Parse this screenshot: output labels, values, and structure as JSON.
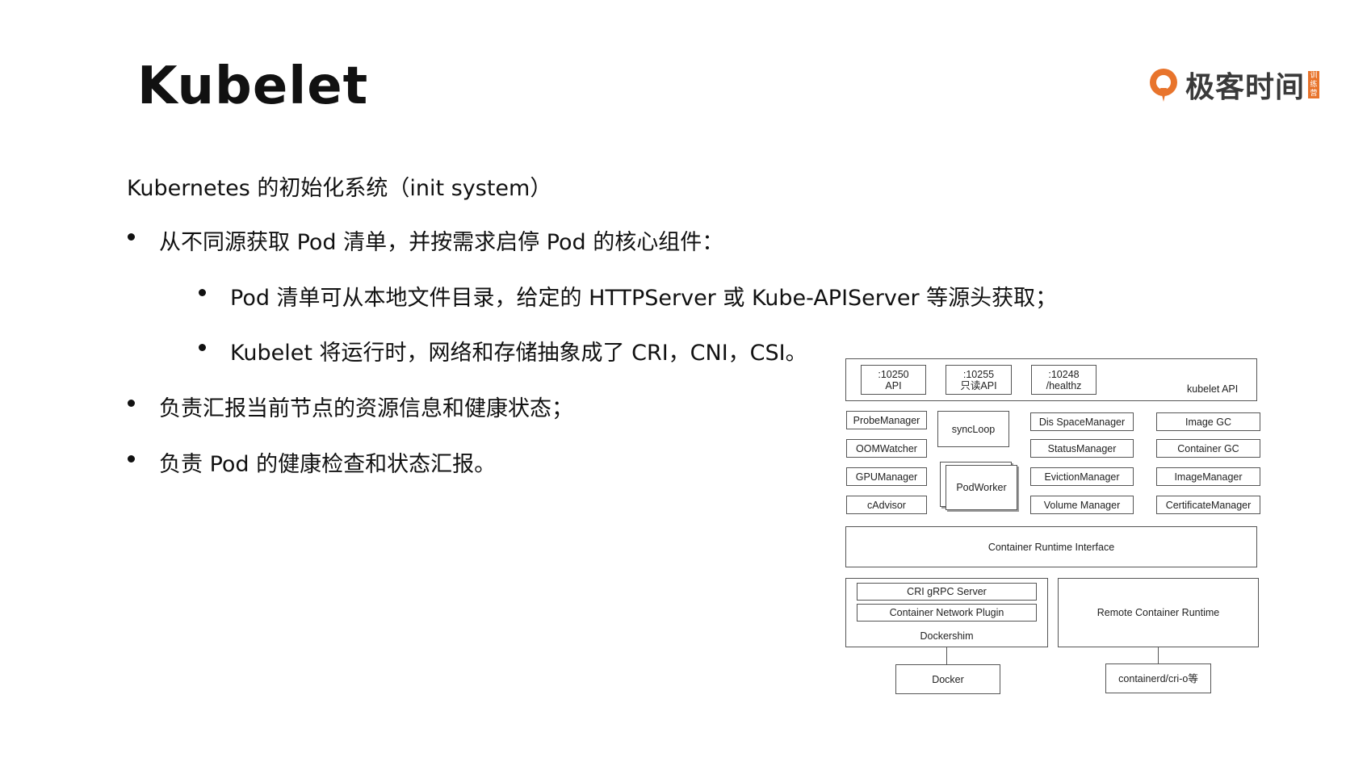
{
  "slide": {
    "title": "Kubelet",
    "logo_text": "极客时间",
    "logo_badge": "训练营",
    "intro": "Kubernetes 的初始化系统（init system）",
    "bullets": [
      "从不同源获取 Pod 清单，并按需求启停 Pod 的核心组件：",
      "负责汇报当前节点的资源信息和健康状态；",
      "负责 Pod 的健康检查和状态汇报。"
    ],
    "sub_bullets": [
      "Pod 清单可从本地文件目录，给定的 HTTPServer 或 Kube-APIServer 等源头获取；",
      "Kubelet 将运行时，网络和存储抽象成了 CRI，CNI，CSI。"
    ]
  },
  "diagram": {
    "api_ports": [
      {
        "port": ":10250",
        "label": "API"
      },
      {
        "port": ":10255",
        "label": "只读API"
      },
      {
        "port": ":10248",
        "label": "/healthz"
      }
    ],
    "api_label": "kubelet API",
    "col1": [
      "ProbeManager",
      "OOMWatcher",
      "GPUManager",
      "cAdvisor"
    ],
    "syncloop": "syncLoop",
    "podworker": "PodWorker",
    "col3": [
      "Dis  SpaceManager",
      "StatusManager",
      "EvictionManager",
      "Volume Manager"
    ],
    "col4": [
      "Image GC",
      "Container GC",
      "ImageManager",
      "CertificateManager"
    ],
    "cri": "Container Runtime Interface",
    "dockershim_items": [
      "CRI gRPC Server",
      "Container Network Plugin"
    ],
    "dockershim": "Dockershim",
    "remote_runtime": "Remote Container Runtime",
    "docker": "Docker",
    "containerd": "containerd/cri-o等"
  }
}
